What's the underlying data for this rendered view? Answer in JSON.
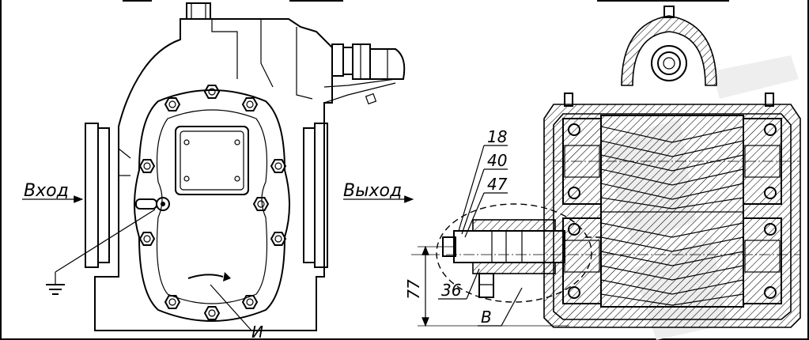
{
  "left_view": {
    "inlet_label": "Вход",
    "outlet_label": "Выход",
    "rotation_mark_label": "И"
  },
  "right_view": {
    "callout_top": "18",
    "callout_mid": "40",
    "callout_bot": "47",
    "seal_callout": "36",
    "drain_callout": "В",
    "dimension_value": "77"
  },
  "colors": {
    "line": "#000000",
    "watermark": "#e8e8e8",
    "background": "#ffffff"
  }
}
